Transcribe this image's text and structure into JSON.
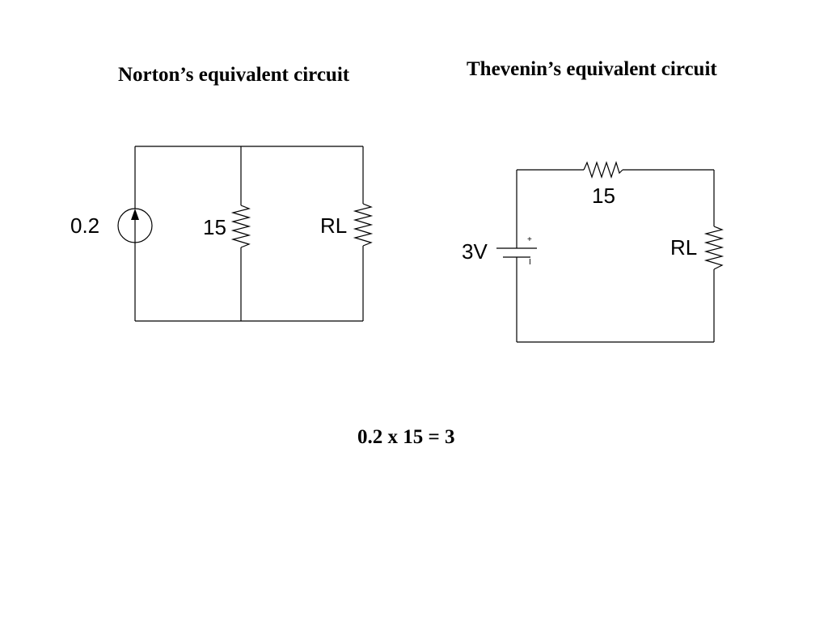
{
  "norton": {
    "title": "Norton’s equivalent circuit",
    "source_label": "0.2",
    "resistor_label": "15",
    "load_label": "RL"
  },
  "thevenin": {
    "title": "Thevenin’s equivalent circuit",
    "resistor_label": "15",
    "source_label": "3V",
    "plus_sign": "+",
    "minus_sign": "I",
    "load_label": "RL"
  },
  "equation": "0.2 x 15 = 3"
}
